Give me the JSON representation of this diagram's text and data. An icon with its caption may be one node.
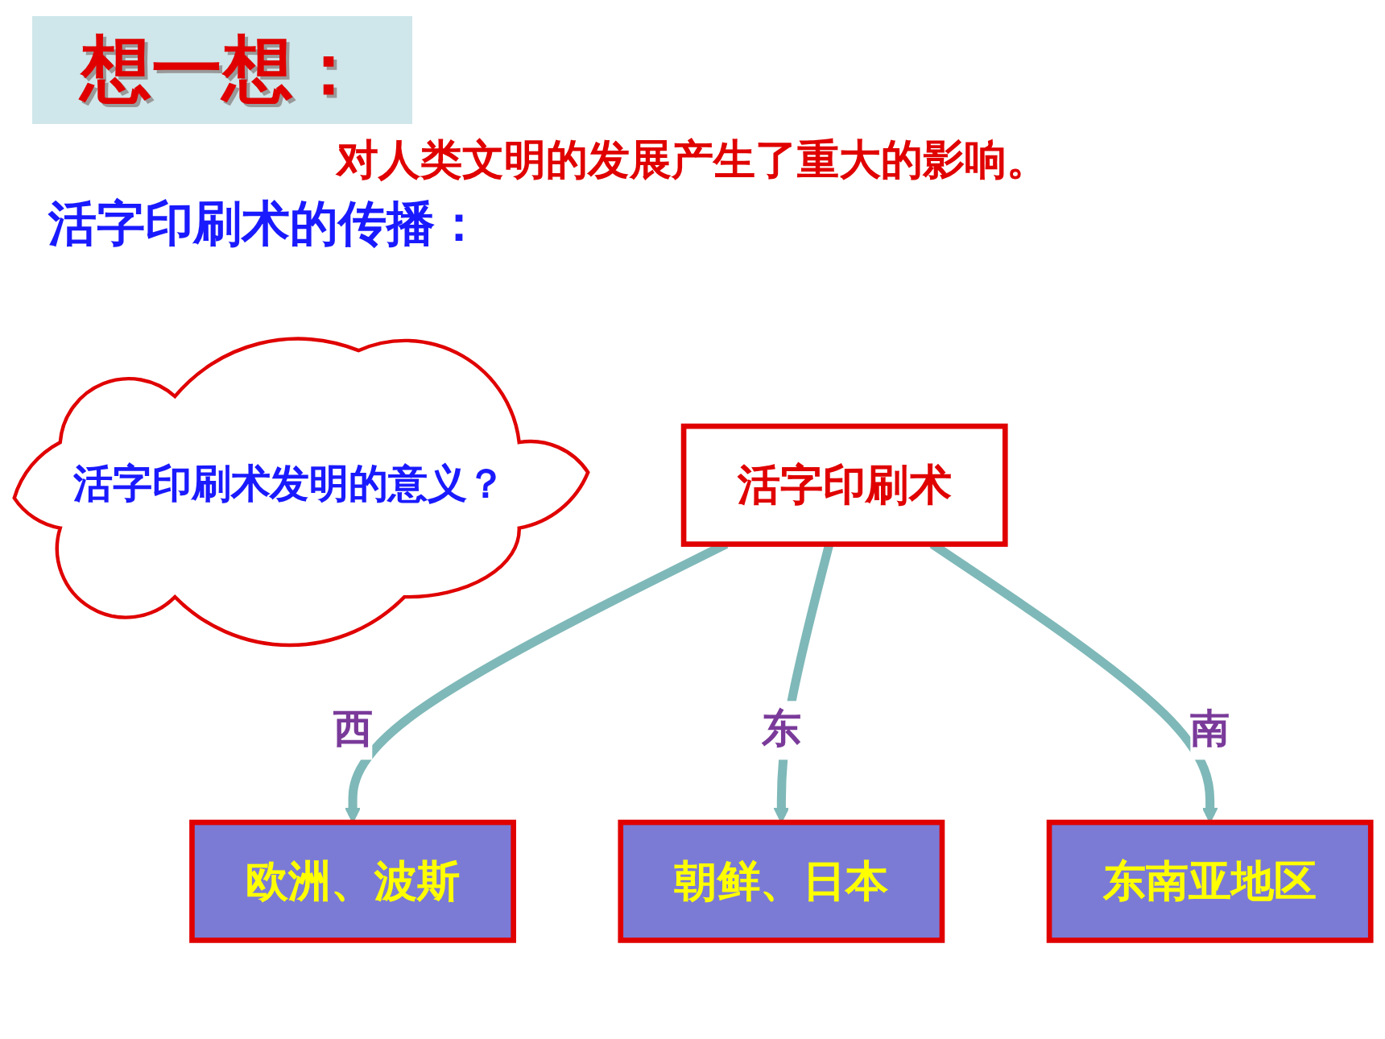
{
  "diagram": {
    "title": "想一想：",
    "nodes": [
      {
        "text": [
          "活字印刷术发明的意义？"
        ]
      },
      {
        "text": [
          "活字印刷术"
        ]
      },
      {
        "text": [
          "欧洲、波斯"
        ]
      },
      {
        "text": [
          "朝鲜、日本"
        ]
      },
      {
        "text": [
          "东南亚地区"
        ]
      }
    ],
    "edges": [
      {
        "from": 1,
        "to": 2,
        "arrow": "to",
        "label": "西"
      },
      {
        "from": 1,
        "to": 3,
        "arrow": "to",
        "label": "东"
      },
      {
        "from": 1,
        "to": 4,
        "arrow": "to",
        "label": "南"
      }
    ],
    "labels": [
      "对人类文明的发展产生了重大的影响。",
      "活字印刷术的传播："
    ]
  }
}
